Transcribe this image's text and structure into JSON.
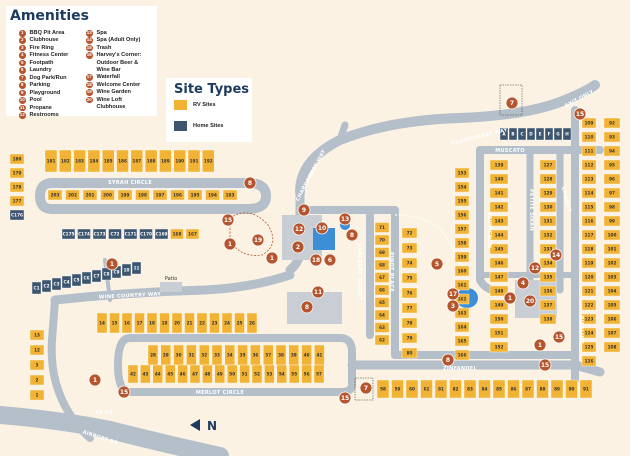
{
  "amenities": {
    "title": "Amenities",
    "col1": [
      {
        "n": "1",
        "label": "BBQ Pit Area"
      },
      {
        "n": "2",
        "label": "Clubhouse"
      },
      {
        "n": "3",
        "label": "Fire Ring"
      },
      {
        "n": "4",
        "label": "Fitness Center"
      },
      {
        "n": "5",
        "label": "Footpath"
      },
      {
        "n": "6",
        "label": "Laundry"
      },
      {
        "n": "7",
        "label": "Dog Park/Run"
      },
      {
        "n": "8",
        "label": "Parking"
      },
      {
        "n": "9",
        "label": "Playground"
      },
      {
        "n": "10",
        "label": "Pool"
      },
      {
        "n": "11",
        "label": "Propane"
      },
      {
        "n": "12",
        "label": "Restrooms"
      }
    ],
    "col2": [
      {
        "n": "13",
        "label": "Spa"
      },
      {
        "n": "14",
        "label": "Spa (Adult Only)"
      },
      {
        "n": "15",
        "label": "Trash"
      },
      {
        "n": "16",
        "label": "Harvey's Corner: Outdoor Beer & Wine Bar"
      },
      {
        "n": "17",
        "label": "Waterfall"
      },
      {
        "n": "18",
        "label": "Welcome Center"
      },
      {
        "n": "19",
        "label": "Wine Garden"
      },
      {
        "n": "20",
        "label": "Wine Loft Clubhouse"
      }
    ]
  },
  "site_types": {
    "title": "Site Types",
    "items": [
      {
        "label": "RV Sites",
        "color": "#f2b233"
      },
      {
        "label": "Home Sites",
        "color": "#3c5670"
      }
    ]
  },
  "colors": {
    "road": "#b4bfca",
    "rv": "#f2b233",
    "home": "#3c5670",
    "pin": "#b5552e",
    "water": "#3c8fd6",
    "background": "#fbf2e3"
  },
  "roads": {
    "syrah": "SYRAH CIRCLE",
    "wine_country": "WINE COUNTRY WAY",
    "merlot": "MERLOT CIRCLE",
    "chardonnay": "CHARDONNAY WAY",
    "cabernet": "CABERNET STREET",
    "pinot": "PINOT PLACE",
    "zinfandel": "ZINFANDEL",
    "muscato": "MUSCATO",
    "chablis": "CHABLIS",
    "riesling": "RIESLING",
    "sauvignon": "SAUVIGNON",
    "petite_sirah": "PETITE SIRAH",
    "exit_only": "EXIT ONLY",
    "airport": "AIRPORT RD",
    "to_i5": "TO I-5"
  },
  "misc": {
    "patio": "Patio",
    "north": "N"
  },
  "sites": {
    "syrah_top": [
      "181",
      "182",
      "183",
      "184",
      "185",
      "186",
      "187",
      "188",
      "189",
      "190",
      "191",
      "192"
    ],
    "syrah_inner": [
      "203",
      "202",
      "201",
      "200",
      "199",
      "198",
      "197",
      "196",
      "195",
      "194",
      "193"
    ],
    "syrah_left": [
      "180",
      "179",
      "178",
      "177",
      "C176"
    ],
    "syrah_bottom": [
      "C175",
      "C174",
      "C173",
      "C72",
      "C171",
      "C170",
      "C169",
      "168",
      "167"
    ],
    "wine_left": [
      "C1",
      "C2",
      "C3",
      "C4",
      "C5",
      "C6",
      "C7",
      "C8",
      "C9",
      "10",
      "11"
    ],
    "merlot_top": [
      "14",
      "15",
      "16",
      "17",
      "18",
      "19",
      "20",
      "21",
      "22",
      "23",
      "24",
      "25",
      "26"
    ],
    "merlot_left": [
      "13",
      "12",
      "3",
      "2",
      "1"
    ],
    "merlot_inner_top": [
      "28",
      "29",
      "30",
      "31",
      "32",
      "33",
      "34",
      "35",
      "36",
      "37",
      "38",
      "39",
      "40",
      "41"
    ],
    "merlot_inner_bottom": [
      "42",
      "43",
      "44",
      "45",
      "46",
      "47",
      "48",
      "49",
      "50",
      "51",
      "52",
      "53",
      "54",
      "55",
      "56",
      "57"
    ],
    "cabernet": [
      "62",
      "63",
      "64",
      "65",
      "66",
      "67",
      "68",
      "69",
      "70",
      "71"
    ],
    "pinot": [
      "72",
      "73",
      "74",
      "75",
      "76",
      "77",
      "78",
      "79",
      "80"
    ],
    "zinfandel": [
      "58",
      "59",
      "60",
      "61",
      "81",
      "82",
      "83",
      "84",
      "85",
      "86",
      "87",
      "88",
      "89",
      "90",
      "91"
    ],
    "right": [
      "92",
      "93",
      "94",
      "95",
      "96",
      "97",
      "98",
      "99",
      "100",
      "101",
      "102",
      "103",
      "104",
      "105",
      "106",
      "107",
      "108",
      "109",
      "110",
      "111",
      "112",
      "113",
      "114",
      "115",
      "116",
      "117",
      "118",
      "119",
      "120",
      "121",
      "122",
      "123",
      "124",
      "125",
      "126"
    ],
    "chardonnay": [
      "A",
      "B",
      "C",
      "D",
      "E",
      "F",
      "G",
      "H"
    ],
    "muscato_left": [
      "153",
      "154",
      "155",
      "156",
      "157",
      "158",
      "159",
      "160",
      "161",
      "162",
      "163",
      "164",
      "165",
      "166"
    ],
    "muscato_mid": [
      "139",
      "140",
      "141",
      "142",
      "143",
      "144",
      "145",
      "146",
      "147",
      "148",
      "149",
      "150",
      "151",
      "152"
    ],
    "muscato_right": [
      "127",
      "128",
      "129",
      "130",
      "131",
      "132",
      "133",
      "134",
      "135",
      "136",
      "137",
      "138"
    ]
  },
  "pins": [
    {
      "n": "8",
      "label": "Parking"
    },
    {
      "n": "15",
      "label": "Trash"
    },
    {
      "n": "1",
      "label": "BBQ Pit Area"
    },
    {
      "n": "19",
      "label": "Wine Garden"
    },
    {
      "n": "9",
      "label": "Playground"
    },
    {
      "n": "13",
      "label": "Spa"
    },
    {
      "n": "12",
      "label": "Restrooms"
    },
    {
      "n": "10",
      "label": "Pool"
    },
    {
      "n": "2",
      "label": "Clubhouse"
    },
    {
      "n": "18",
      "label": "Welcome Center"
    },
    {
      "n": "6",
      "label": "Laundry"
    },
    {
      "n": "11",
      "label": "Propane"
    },
    {
      "n": "7",
      "label": "Dog Park/Run"
    },
    {
      "n": "5",
      "label": "Footpath"
    },
    {
      "n": "17",
      "label": "Waterfall"
    },
    {
      "n": "3",
      "label": "Fire Ring"
    },
    {
      "n": "4",
      "label": "Fitness Center"
    },
    {
      "n": "20",
      "label": "Wine Loft Clubhouse"
    },
    {
      "n": "14",
      "label": "Spa (Adult Only)"
    }
  ]
}
